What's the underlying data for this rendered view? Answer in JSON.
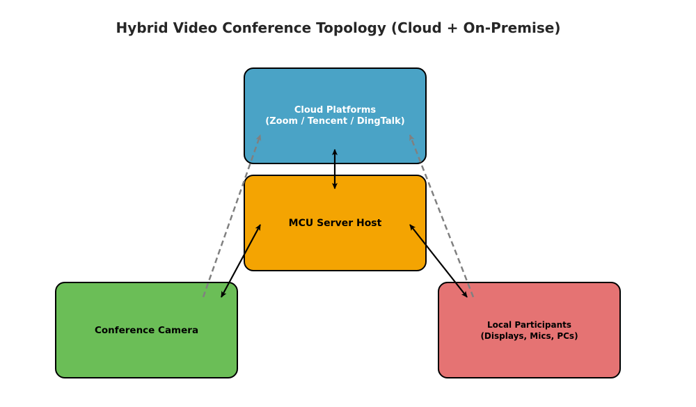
{
  "title": "Hybrid Video Conference Topology (Cloud + On-Premise)",
  "nodes": {
    "cloud": {
      "label": "Cloud Platforms\n(Zoom / Tencent / DingTalk)",
      "color": "#4aa3c6"
    },
    "mcu": {
      "label": "MCU Server Host",
      "color": "#f4a402"
    },
    "camera": {
      "label": "Conference Camera",
      "color": "#6bbe57"
    },
    "local": {
      "label": "Local Participants\n(Displays, Mics, PCs)",
      "color": "#e57373"
    }
  },
  "edges": [
    {
      "from": "cloud",
      "to": "mcu",
      "style": "solid",
      "direction": "both"
    },
    {
      "from": "mcu",
      "to": "camera",
      "style": "solid",
      "direction": "both"
    },
    {
      "from": "mcu",
      "to": "local",
      "style": "solid",
      "direction": "both"
    },
    {
      "from": "camera",
      "to": "cloud",
      "style": "dashed",
      "direction": "forward"
    },
    {
      "from": "local",
      "to": "cloud",
      "style": "dashed",
      "direction": "forward"
    }
  ]
}
